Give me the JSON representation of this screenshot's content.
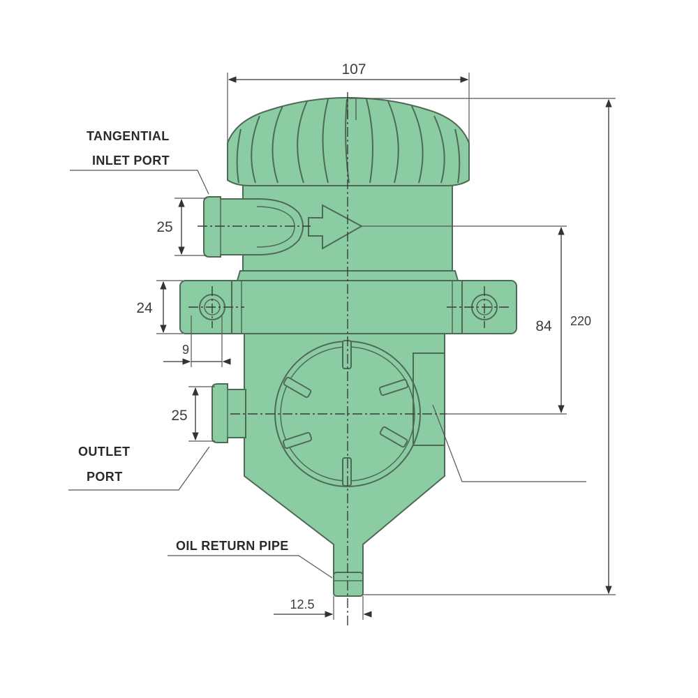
{
  "dimensions": {
    "overall_width": "107",
    "overall_height": "220",
    "inlet_diameter": "25",
    "mount_height": "24",
    "mount_hole_offset": "9",
    "inlet_to_outlet": "84",
    "outlet_diameter": "25",
    "return_pipe_diameter": "12.5"
  },
  "labels": {
    "inlet_line1": "TANGENTIAL",
    "inlet_line2": "INLET PORT",
    "outlet_line1": "OUTLET",
    "outlet_line2": "PORT",
    "oil_return": "OIL RETURN PIPE"
  },
  "colors": {
    "body": "#8ccca3",
    "outline": "#4d6a56"
  }
}
